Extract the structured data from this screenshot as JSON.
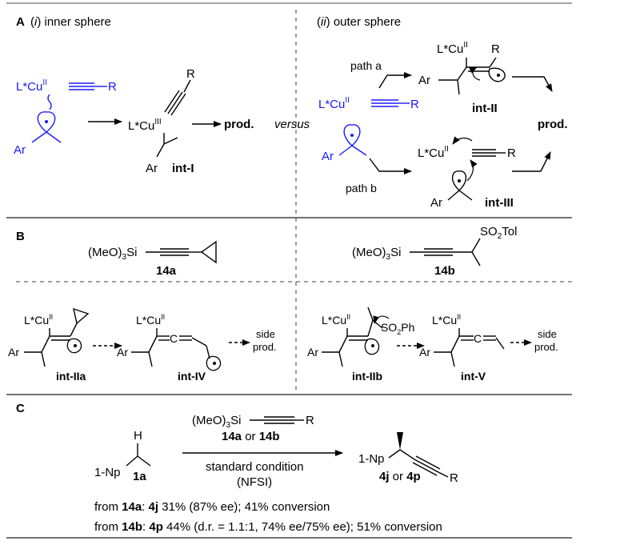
{
  "colors": {
    "blue": "#1a1aff",
    "black": "#000000",
    "rule": "#444444"
  },
  "panel_a": {
    "letter": "A",
    "inner_title_pre": "(",
    "inner_title_i": "i",
    "inner_title_post": ") inner sphere",
    "outer_title_pre": "(",
    "outer_title_i": "ii",
    "outer_title_post": ") outer sphere",
    "cu_label": "L*Cu",
    "cu_ii": "II",
    "cu_iii": "III",
    "r": "R",
    "ar": "Ar",
    "prod": "prod.",
    "versus": "versus",
    "int_i": "int-I",
    "int_ii": "int-II",
    "int_iii": "int-III",
    "path_a": "path a",
    "path_b": "path b"
  },
  "panel_b": {
    "letter": "B",
    "c14a_pre": "(MeO)",
    "c14a_sub": "3",
    "c14a_post": "Si",
    "label_14a": "14a",
    "label_14b": "14b",
    "so2tol_pre": "SO",
    "so2tol_sub": "2",
    "so2tol_post": "Tol",
    "so2ph_pre": "SO",
    "so2ph_sub": "2",
    "so2ph_post": "Ph",
    "c_eq": "C",
    "side": "side",
    "prod": "prod.",
    "int_iia": "int-IIa",
    "int_iv": "int-IV",
    "int_iib": "int-IIb",
    "int_v": "int-V"
  },
  "panel_c": {
    "letter": "C",
    "h": "H",
    "np": "1-Np",
    "label_1a": "1a",
    "reagent_pre": "(MeO)",
    "reagent_sub": "3",
    "reagent_post": "Si",
    "r": "R",
    "reagent_a": "14a",
    "reagent_or": " or ",
    "reagent_b": "14b",
    "condition": "standard condition",
    "nfsi": "(NFSI)",
    "product_a": "4j",
    "product_or": " or ",
    "product_b": "4p",
    "result1_from": "from ",
    "result1_src": "14a",
    "result1_colon": ": ",
    "result1_prod": "4j",
    "result1_rest": " 31% (87% ee); 41% conversion",
    "result2_from": "from ",
    "result2_src": "14b",
    "result2_colon": ": ",
    "result2_prod": "4p",
    "result2_rest": " 44% (d.r. = 1.1:1, 74% ee/75% ee); 51% conversion"
  }
}
